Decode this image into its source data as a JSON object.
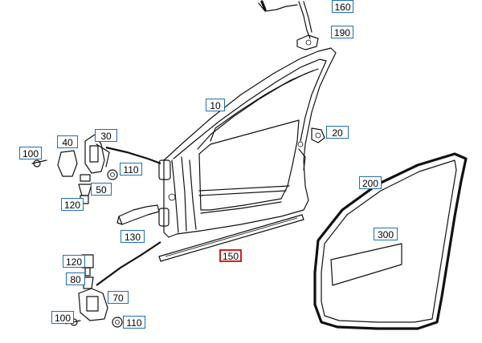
{
  "parts": [
    {
      "id": "p160",
      "label": "160",
      "selected": false
    },
    {
      "id": "p190",
      "label": "190",
      "selected": false
    },
    {
      "id": "p10",
      "label": "10",
      "selected": false
    },
    {
      "id": "p20",
      "label": "20",
      "selected": false
    },
    {
      "id": "p30",
      "label": "30",
      "selected": false
    },
    {
      "id": "p40",
      "label": "40",
      "selected": false
    },
    {
      "id": "p100a",
      "label": "100",
      "selected": false
    },
    {
      "id": "p110a",
      "label": "110",
      "selected": false
    },
    {
      "id": "p50",
      "label": "50",
      "selected": false
    },
    {
      "id": "p120a",
      "label": "120",
      "selected": false
    },
    {
      "id": "p130",
      "label": "130",
      "selected": false
    },
    {
      "id": "p200",
      "label": "200",
      "selected": false
    },
    {
      "id": "p300",
      "label": "300",
      "selected": false
    },
    {
      "id": "p150",
      "label": "150",
      "selected": true
    },
    {
      "id": "p120b",
      "label": "120",
      "selected": false
    },
    {
      "id": "p80",
      "label": "80",
      "selected": false
    },
    {
      "id": "p70",
      "label": "70",
      "selected": false
    },
    {
      "id": "p100b",
      "label": "100",
      "selected": false
    },
    {
      "id": "p110b",
      "label": "110",
      "selected": false
    }
  ]
}
